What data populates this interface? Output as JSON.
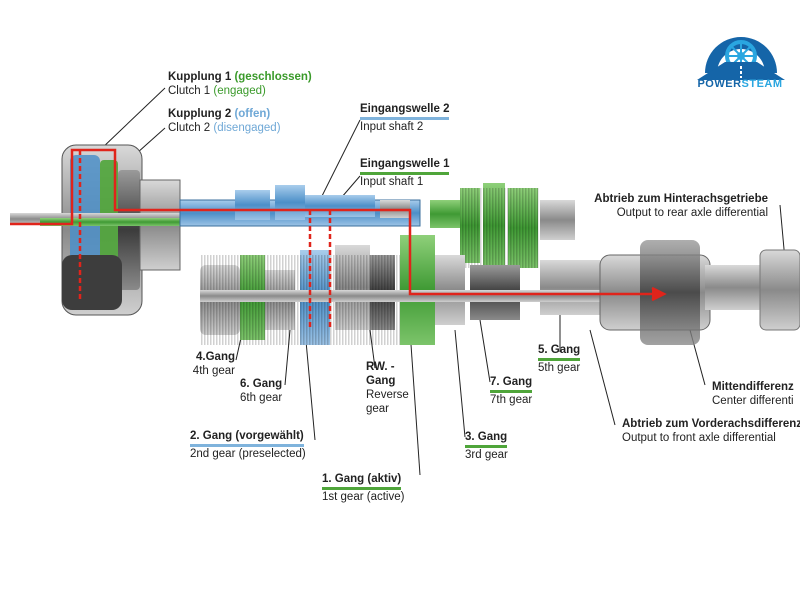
{
  "colors": {
    "clutch_engaged": "#3a9a2a",
    "clutch_disengaged": "#6fa8d6",
    "power_flow": "#e0241b",
    "shaft_blue": "#4c8fc8",
    "shaft_green": "#56b04a",
    "logo_dark": "#1565a8",
    "logo_light": "#2aa6e0"
  },
  "logo": {
    "part1": "POWER",
    "part2": "STEAM",
    "icon": "wheel-road-icon"
  },
  "labels": {
    "clutch1": {
      "de_main": "Kupplung 1 ",
      "de_state": "(geschlossen)",
      "en_main": "Clutch 1 ",
      "en_state": "(engaged)"
    },
    "clutch2": {
      "de_main": "Kupplung 2 ",
      "de_state": "(offen)",
      "en_main": "Clutch 2 ",
      "en_state": "(disengaged)"
    },
    "input_shaft2": {
      "de": "Eingangswelle 2",
      "en": "Input shaft 2"
    },
    "input_shaft1": {
      "de": "Eingangswelle 1",
      "en": "Input shaft 1"
    },
    "rear_output": {
      "de": "Abtrieb zum Hinterachsgetriebe",
      "en": "Output to rear axle differential"
    },
    "center_diff": {
      "de": "Mittendifferenz",
      "en": "Center differenti"
    },
    "front_output": {
      "de": "Abtrieb zum Vorderachsdifferenz",
      "en": "Output to front axle differential"
    },
    "gear4": {
      "de": "4.Gang",
      "en": "4th gear"
    },
    "gear6": {
      "de": "6. Gang",
      "en": "6th gear"
    },
    "gear_rev": {
      "de1": "RW. -",
      "de2": "Gang",
      "en1": "Reverse",
      "en2": "gear"
    },
    "gear7": {
      "de": "7. Gang",
      "en": "7th gear"
    },
    "gear5": {
      "de": "5. Gang",
      "en": "5th gear"
    },
    "gear2": {
      "de": "2. Gang (vorgewählt)",
      "en": "2nd gear (preselected)"
    },
    "gear3": {
      "de": "3. Gang",
      "en": "3rd gear"
    },
    "gear1": {
      "de": "1. Gang (aktiv)",
      "en": "1st gear (active)"
    }
  }
}
